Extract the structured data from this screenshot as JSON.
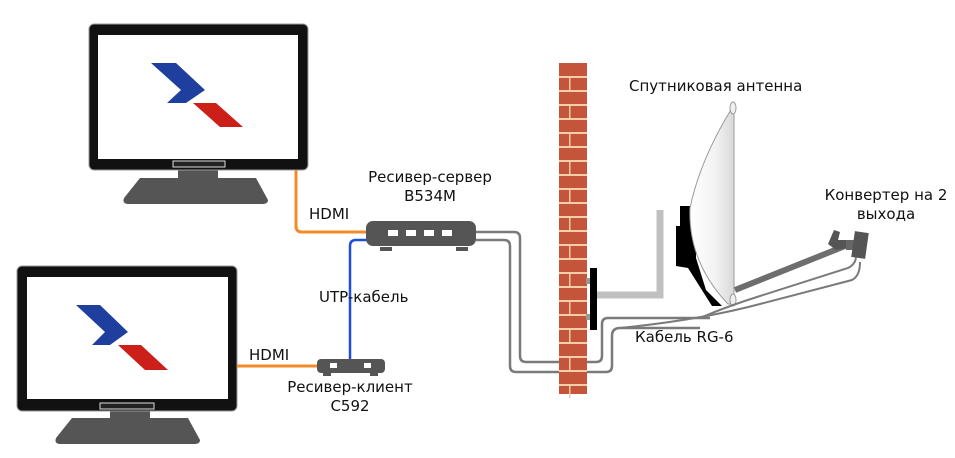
{
  "diagram": {
    "labels": {
      "hdmi_top": "HDMI",
      "hdmi_bottom": "HDMI",
      "server_receiver_line1": "Ресивер-сервер",
      "server_receiver_line2": "B534M",
      "utp_cable": "UTP-кабель",
      "client_receiver_line1": "Ресивер-клиент",
      "client_receiver_line2": "C592",
      "satellite_dish": "Спутниковая антенна",
      "converter_line1": "Конвертер на 2",
      "converter_line2": "выхода",
      "rg6_cable": "Кабель RG-6"
    },
    "nodes": [
      {
        "id": "tv-top",
        "type": "tv-monitor",
        "icon": "tricolor-logo"
      },
      {
        "id": "tv-bottom",
        "type": "tv-monitor",
        "icon": "tricolor-logo"
      },
      {
        "id": "server-receiver",
        "type": "receiver",
        "ports": 4
      },
      {
        "id": "client-receiver",
        "type": "receiver",
        "ports": 2
      },
      {
        "id": "wall",
        "type": "brick-wall"
      },
      {
        "id": "satellite-dish",
        "type": "dish"
      },
      {
        "id": "converter",
        "type": "lnb",
        "outputs": 2
      }
    ],
    "connections": [
      {
        "from": "tv-top",
        "to": "server-receiver",
        "cable": "HDMI",
        "color": "#f28c28"
      },
      {
        "from": "server-receiver",
        "to": "client-receiver",
        "cable": "UTP-кабель",
        "color": "#1f4fd8"
      },
      {
        "from": "client-receiver",
        "to": "tv-bottom",
        "cable": "HDMI",
        "color": "#f28c28"
      },
      {
        "from": "server-receiver",
        "to": "converter",
        "cable": "Кабель RG-6",
        "color": "#808080",
        "count": 2
      }
    ],
    "colors": {
      "hdmi": "#f28c28",
      "utp": "#1f4fd8",
      "coax": "#808080",
      "brick": "#c4553a",
      "mortar": "#f3cfa8",
      "device": "#555555",
      "logo_blue": "#1f3f9e",
      "logo_red": "#cc1f1a"
    }
  }
}
